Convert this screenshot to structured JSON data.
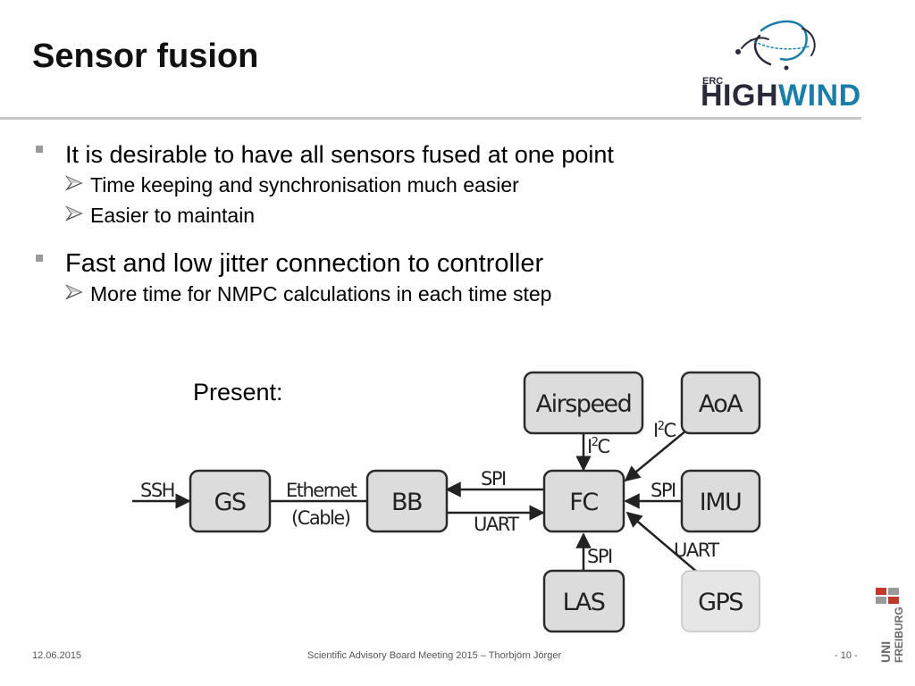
{
  "slide": {
    "title": "Sensor fusion",
    "logo_text": "HIGHWIND",
    "logo_prefix": "ERC"
  },
  "bullets": [
    {
      "text": "It is desirable to have all sensors fused at one point",
      "sub": [
        "Time keeping and synchronisation much easier",
        "Easier to maintain"
      ]
    },
    {
      "text": "Fast and low jitter connection to controller",
      "sub": [
        "More time for NMPC calculations in each time step"
      ]
    }
  ],
  "diagram": {
    "caption": "Present:",
    "nodes": {
      "gs": "GS",
      "bb": "BB",
      "fc": "FC",
      "airspeed": "Airspeed",
      "aoa": "AoA",
      "imu": "IMU",
      "las": "LAS",
      "gps": "GPS"
    },
    "edges": {
      "ssh": "SSH",
      "ethernet": "Ethernet",
      "cable": "(Cable)",
      "spi_bb": "SPI",
      "uart_bb": "UART",
      "i2c_airspeed_i": "I",
      "i2c_airspeed_sup": "2",
      "i2c_airspeed_c": "C",
      "i2c_aoa_i": "I",
      "i2c_aoa_sup": "2",
      "i2c_aoa_c": "C",
      "spi_imu": "SPI",
      "spi_las": "SPI",
      "uart_gps": "UART"
    }
  },
  "footer": {
    "date": "12.06.2015",
    "center": "Scientific Advisory Board Meeting 2015 – Thorbjörn Jörger",
    "page": "- 10 -",
    "uni_line1": "UNI",
    "uni_line2": "FREIBURG"
  },
  "colors": {
    "node_fill": "#dcdcdc",
    "node_fill_gps": "#e6e6e6",
    "node_stroke": "#2b2b2b",
    "logo_blue": "#1a7fa8",
    "logo_dark": "#2a2a3a",
    "uni_red": "#c0392b",
    "bullet_gray": "#9a9a9a"
  }
}
